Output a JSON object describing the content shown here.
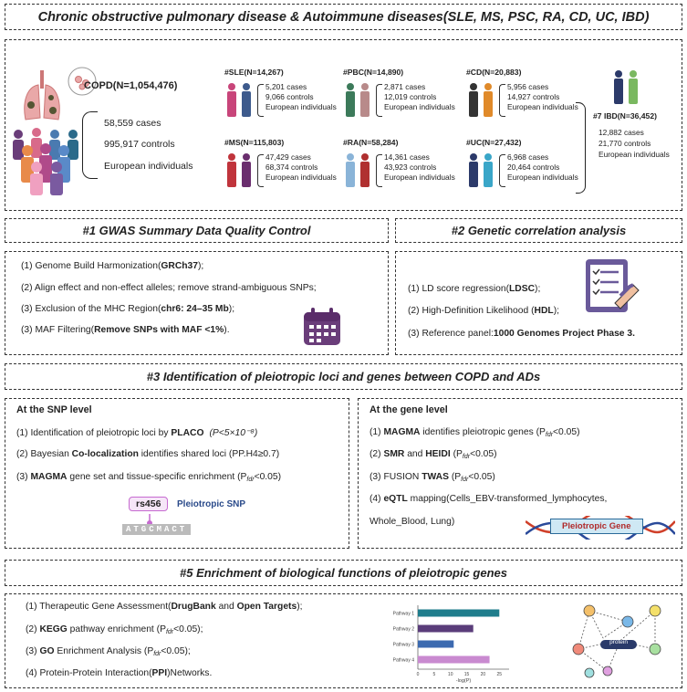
{
  "title": "Chronic obstructive pulmonary disease & Autoimmune diseases(SLE, MS, PSC, RA, CD, UC, IBD)",
  "copd": {
    "title": "COPD(N=1,054,476)",
    "cases": "58,559 cases",
    "controls": "995,917 controls",
    "pop": "European individuals"
  },
  "diseases": [
    {
      "title": "#SLE(N=14,267)",
      "cases": "5,201 cases",
      "controls": "9,066 controls",
      "pop": "European individuals",
      "c1": "#c8457a",
      "c2": "#3d5a8c"
    },
    {
      "title": "#PBC(N=14,890)",
      "cases": "2,871 cases",
      "controls": "12,019 controls",
      "pop": "European individuals",
      "c1": "#3c7a5a",
      "c2": "#b88a8a"
    },
    {
      "title": "#CD(N=20,883)",
      "cases": "5,956 cases",
      "controls": "14,927 controls",
      "pop": "European individuals",
      "c1": "#333333",
      "c2": "#e08a2a"
    },
    {
      "title": "#MS(N=115,803)",
      "cases": "47,429 cases",
      "controls": "68,374 controls",
      "pop": "European individuals",
      "c1": "#c0343c",
      "c2": "#6a2e6e"
    },
    {
      "title": "#RA(N=58,284)",
      "cases": "14,361 cases",
      "controls": "43,923 controls",
      "pop": "European individuals",
      "c1": "#8ab4d8",
      "c2": "#b03030"
    },
    {
      "title": "#UC(N=27,432)",
      "cases": "6,968 cases",
      "controls": "20,464 controls",
      "pop": "European individuals",
      "c1": "#2c3a6a",
      "c2": "#3aa6c8"
    }
  ],
  "ibd": {
    "title": "#7 IBD(N=36,452)",
    "cases": "12,882 cases",
    "controls": "21,770 controls",
    "pop": "European individuals"
  },
  "s1": {
    "header": "#1 GWAS Summary Data Quality Control",
    "i1a": "(1) Genome Build Harmonization(",
    "i1b": "GRCh37",
    "i1c": ");",
    "i2": "(2) Align effect and non-effect alleles; remove strand-ambiguous SNPs;",
    "i3a": "(3) Exclusion of the MHC Region(",
    "i3b": "chr6: 24–35 Mb",
    "i3c": ");",
    "i4a": "(3) MAF Filtering(",
    "i4b": "Remove SNPs with MAF <1%",
    "i4c": ")."
  },
  "s2": {
    "header": "#2 Genetic correlation analysis",
    "i1a": "(1) LD score regression(",
    "i1b": "LDSC",
    "i1c": ");",
    "i2a": "(2) High-Definition Likelihood (",
    "i2b": "HDL",
    "i2c": ");",
    "i3a": "(3) Reference panel:",
    "i3b": "1000 Genomes Project Phase 3."
  },
  "s3": {
    "header": "#3 Identification of pleiotropic loci and genes between COPD and ADs",
    "snp": {
      "title": "At the SNP level",
      "i1a": "(1) Identification of pleiotropic loci by ",
      "i1b": "PLACO",
      "i1c": "(P<5×10⁻⁸)",
      "i2a": "(2) Bayesian ",
      "i2b": "Co-localization",
      "i2c": " identifies shared loci (PP.H4≥0.7)",
      "i3a": "(3) ",
      "i3b": "MAGMA",
      "i3c": " gene set and tissue-specific enrichment (P",
      "i3d": "fdr",
      "i3e": "<0.05)",
      "rs": "rs456",
      "pleio": "Pleiotropic SNP",
      "seq": "ATGCMACT"
    },
    "gene": {
      "title": "At the gene level",
      "i1a": "(1) ",
      "i1b": "MAGMA",
      "i1c": " identifies pleiotropic genes (P",
      "i1d": "fdr",
      "i1e": "<0.05)",
      "i2a": "(2) ",
      "i2b": "SMR",
      "i2c": " and ",
      "i2d": "HEIDI",
      "i2e": " (P",
      "i2f": "fdr",
      "i2g": "<0.05)",
      "i3a": "(3) FUSION ",
      "i3b": "TWAS",
      "i3c": "  (P",
      "i3d": "fdr",
      "i3e": "<0.05)",
      "i4a": "(4) ",
      "i4b": "eQTL",
      "i4c": " mapping(Cells_EBV-transformed_lymphocytes,",
      "i5": "Whole_Blood, Lung)",
      "gene_label": "Pleiotropic Gene"
    }
  },
  "s5": {
    "header": "#5 Enrichment of biological functions of pleiotropic genes",
    "i1a": "(1)  Therapeutic Gene Assessment(",
    "i1b": "DrugBank",
    "i1c": " and ",
    "i1d": "Open Targets",
    "i1e": ");",
    "i2a": "(2)  ",
    "i2b": "KEGG",
    "i2c": " pathway enrichment (P",
    "i2d": "fdr",
    "i2e": "<0.05);",
    "i3a": "(3)  ",
    "i3b": "GO",
    "i3c": " Enrichment Analysis (P",
    "i3d": "fdr",
    "i3e": "<0.05);",
    "i4a": "(4)  Protein-Protein Interaction(",
    "i4b": "PPI",
    "i4c": ")Networks.",
    "protein": "protein"
  },
  "mini_chart": {
    "categories": [
      "Pathway 1",
      "Pathway 2",
      "Pathway 3",
      "Pathway 4"
    ],
    "values": [
      25,
      17,
      11,
      22
    ],
    "colors": [
      "#1f7d8c",
      "#5a3d7a",
      "#3c6ab0",
      "#c98ad0"
    ],
    "ticks": [
      "0",
      "5",
      "10",
      "15",
      "20",
      "25"
    ],
    "xlabel": "-log(P)",
    "xlim": [
      0,
      28
    ]
  }
}
